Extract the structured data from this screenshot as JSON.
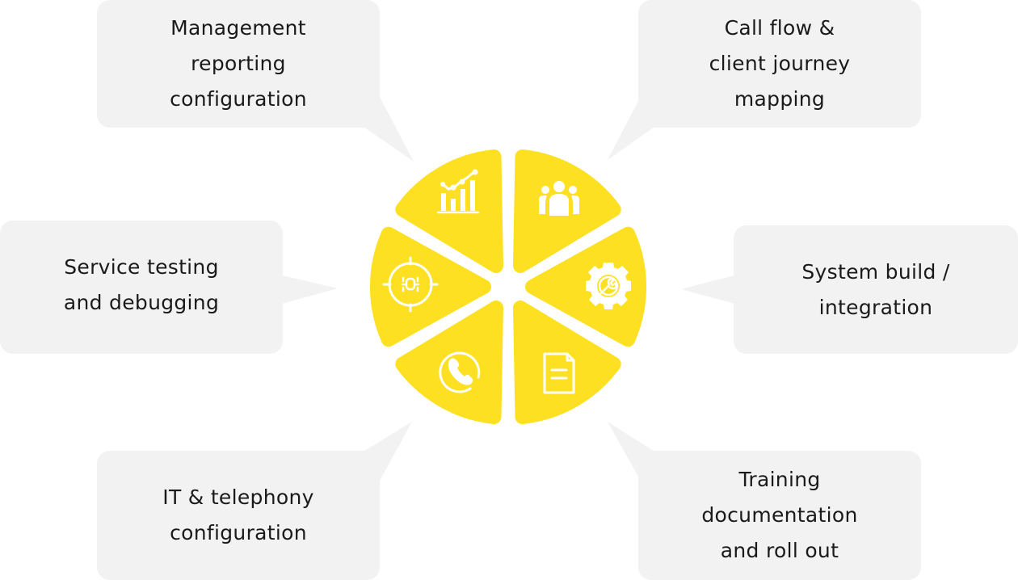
{
  "colors": {
    "wedge": "#FDE021",
    "icon": "#ffffff",
    "callout_bg": "#F2F2F2",
    "text": "#1a1a1a"
  },
  "segments": [
    {
      "id": "reporting",
      "icon": "chart-growth-icon",
      "label_lines": [
        "Management",
        "reporting",
        "configuration"
      ]
    },
    {
      "id": "callflow",
      "icon": "users-group-icon",
      "label_lines": [
        "Call flow &",
        "client journey",
        "mapping"
      ]
    },
    {
      "id": "testing",
      "icon": "bug-target-icon",
      "label_lines": [
        "Service testing",
        "and debugging"
      ]
    },
    {
      "id": "systembuild",
      "icon": "gear-wrench-icon",
      "label_lines": [
        "System build /",
        "integration"
      ]
    },
    {
      "id": "telephony",
      "icon": "phone-circle-icon",
      "label_lines": [
        "IT & telephony",
        "configuration"
      ]
    },
    {
      "id": "training",
      "icon": "document-icon",
      "label_lines": [
        "Training",
        "documentation",
        "and roll out"
      ]
    }
  ]
}
